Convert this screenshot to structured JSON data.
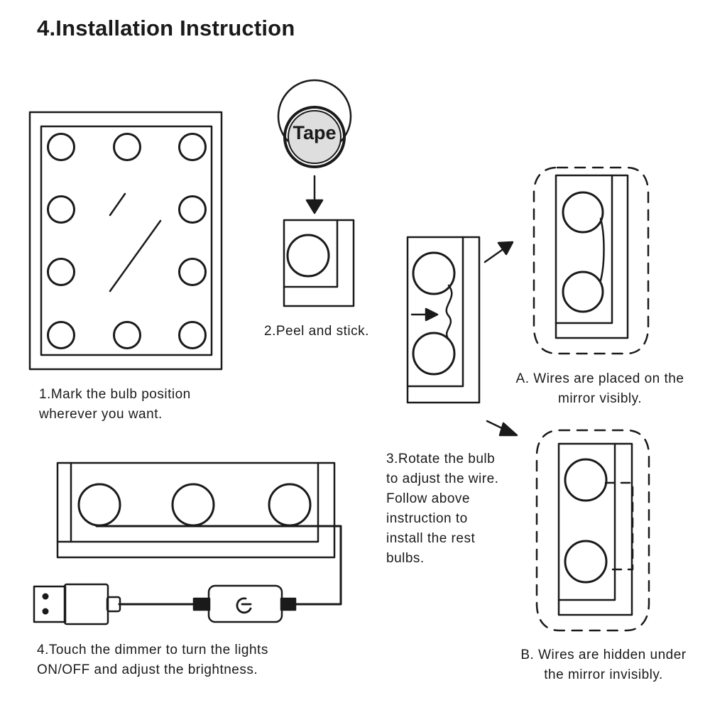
{
  "title": "4.Installation Instruction",
  "steps": [
    {
      "lines": [
        "1.Mark the bulb position",
        "wherever you want."
      ]
    },
    {
      "lines": [
        "2.Peel and stick."
      ]
    },
    {
      "lines": [
        "3.Rotate the bulb",
        "to adjust the wire.",
        "Follow above",
        "instruction to",
        "install the rest",
        "bulbs."
      ]
    },
    {
      "lines": [
        "4.Touch the dimmer to turn the lights",
        "ON/OFF and adjust the brightness."
      ]
    }
  ],
  "options": [
    {
      "lines": [
        "A. Wires are placed on the",
        "mirror visibly."
      ]
    },
    {
      "lines": [
        "B. Wires are hidden under",
        "the mirror invisibly."
      ]
    }
  ],
  "tape_label": "Tape",
  "colors": {
    "ink": "#1a1a1a",
    "tape_fill": "#dedede",
    "background": "#ffffff"
  },
  "icons": [
    "mirror-icon",
    "tape-roll-icon",
    "bulb-icon",
    "arrow-icon",
    "usb-plug-icon",
    "touch-dimmer-icon",
    "power-symbol-icon"
  ]
}
